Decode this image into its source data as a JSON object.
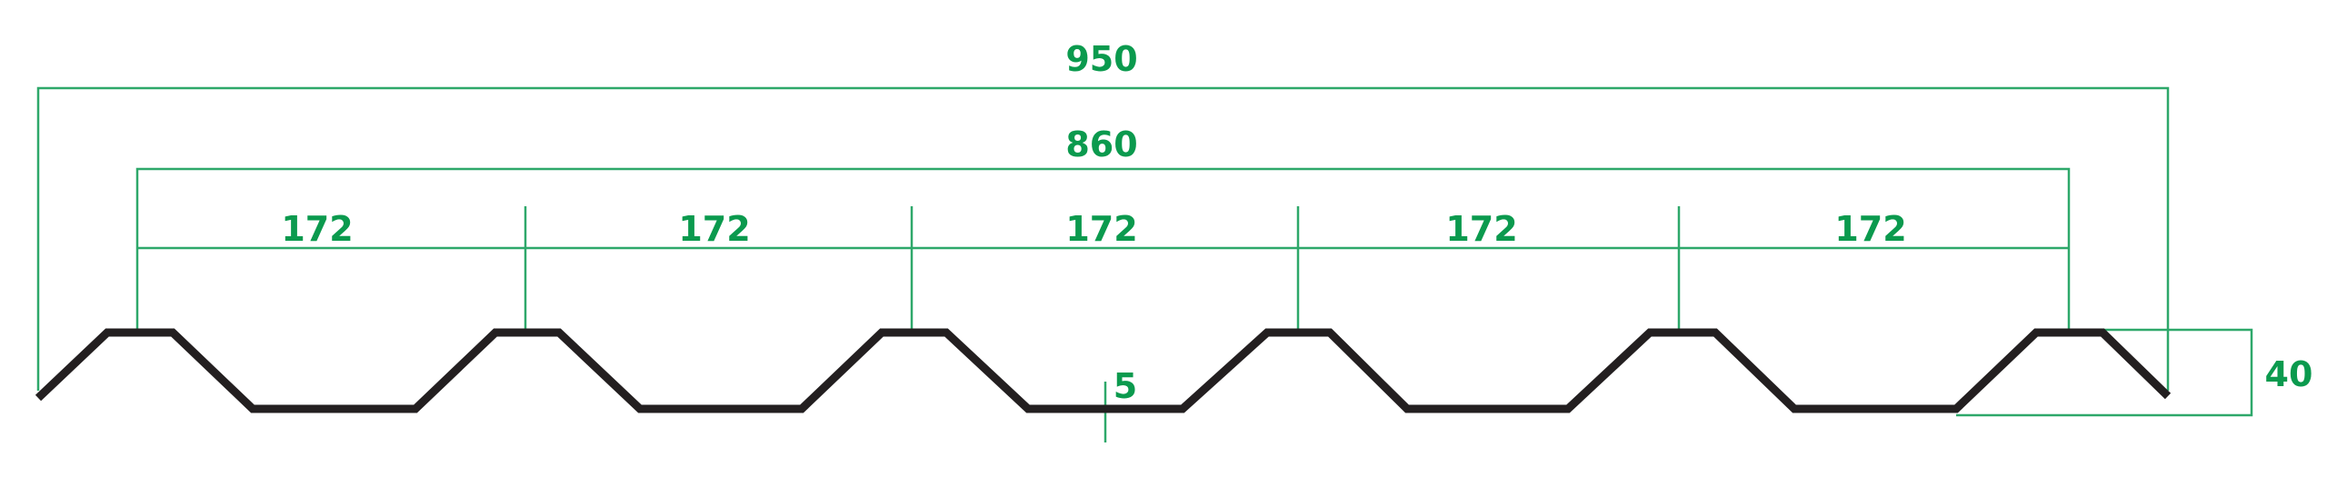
{
  "dimensions": {
    "overall_width": "950",
    "effective_width": "860",
    "pitches": [
      "172",
      "172",
      "172",
      "172",
      "172"
    ],
    "height": "40",
    "thickness": "5"
  },
  "colors": {
    "dimension": "#0b9a4e",
    "profile": "#231f20"
  }
}
